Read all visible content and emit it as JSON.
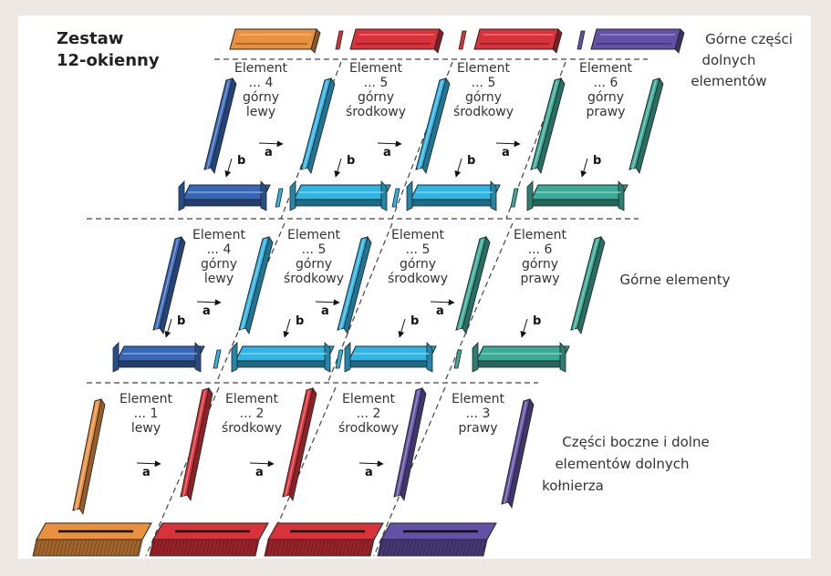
{
  "title": [
    "Zestaw",
    "12-okienny"
  ],
  "section_labels": {
    "top": [
      "Górne części",
      "dolnych",
      "elementów"
    ],
    "middle": [
      "Górne elementy"
    ],
    "bottom": [
      "Części boczne i dolne",
      "elementów dolnych",
      "kołnierza"
    ]
  },
  "rows": [
    {
      "name": "row-gorne-czesci-dolnych",
      "cells": [
        {
          "lines": [
            "Element",
            "... 4",
            "górny",
            "lewy"
          ],
          "color": "#3767b8"
        },
        {
          "lines": [
            "Element",
            "... 5",
            "górny",
            "środkowy"
          ],
          "color": "#2fb4e3"
        },
        {
          "lines": [
            "Element",
            "... 5",
            "górny",
            "środkowy"
          ],
          "color": "#2fb4e3"
        },
        {
          "lines": [
            "Element",
            "... 6",
            "górny",
            "prawy"
          ],
          "color": "#3aab97"
        }
      ]
    },
    {
      "name": "row-gorne-elementy",
      "cells": [
        {
          "lines": [
            "Element",
            "... 4",
            "górny",
            "lewy"
          ],
          "color": "#3767b8"
        },
        {
          "lines": [
            "Element",
            "... 5",
            "górny",
            "środkowy"
          ],
          "color": "#2fb4e3"
        },
        {
          "lines": [
            "Element",
            "... 5",
            "górny",
            "środkowy"
          ],
          "color": "#2fb4e3"
        },
        {
          "lines": [
            "Element",
            "... 6",
            "górny",
            "prawy"
          ],
          "color": "#3aab97"
        }
      ]
    },
    {
      "name": "row-czesci-boczne",
      "cells": [
        {
          "lines": [
            "Element",
            "... 1",
            "lewy"
          ],
          "color": "#e9913f"
        },
        {
          "lines": [
            "Element",
            "... 2",
            "środkowy"
          ],
          "color": "#d9323a"
        },
        {
          "lines": [
            "Element",
            "... 2",
            "środkowy"
          ],
          "color": "#d9323a"
        },
        {
          "lines": [
            "Element",
            "... 3",
            "prawy"
          ],
          "color": "#6251a6"
        }
      ]
    }
  ],
  "top_cap_colors": [
    "#e9913f",
    "#d9323a",
    "#d9323a",
    "#6251a6"
  ],
  "markers": {
    "a": "a",
    "b": "b"
  },
  "colors": {
    "outline": "#222222",
    "dash": "#444444",
    "panel": "#ffffff",
    "background": "#ede8e1"
  }
}
